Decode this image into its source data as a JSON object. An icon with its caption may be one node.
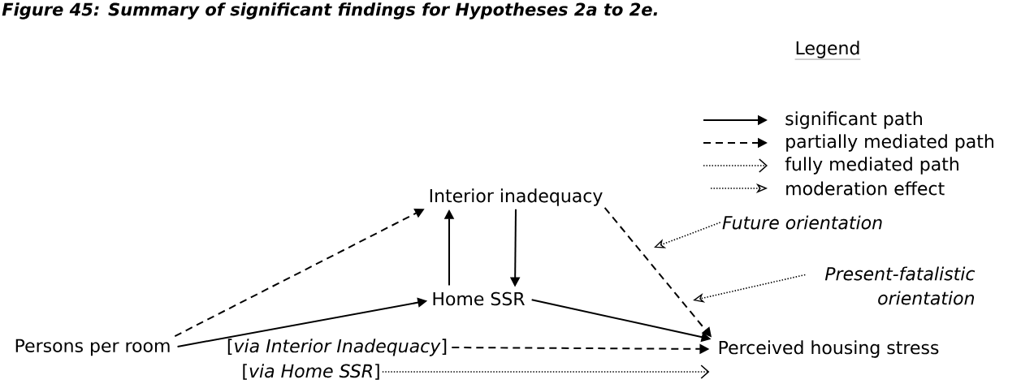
{
  "diagram": {
    "title": "Figure 45: Summary of significant findings for Hypotheses 2a to 2e.",
    "nodes": [
      {
        "text": [
          "Persons per room"
        ]
      },
      {
        "text": [
          "Interior inadequacy"
        ]
      },
      {
        "text": [
          "Home SSR"
        ]
      },
      {
        "text": [
          "Perceived housing stress"
        ]
      },
      {
        "text": [
          "Future orientation"
        ]
      },
      {
        "text": [
          "Present-fatalistic orientation"
        ]
      },
      {
        "text": [
          "[*via Interior Inadequacy*]"
        ]
      },
      {
        "text": [
          "[*via Home SSR*]"
        ]
      }
    ],
    "edges": [
      {
        "from": 0,
        "to": 1,
        "arrow": "to",
        "style": "dashed"
      },
      {
        "from": 0,
        "to": 2,
        "arrow": "to"
      },
      {
        "from": 2,
        "to": 1,
        "arrow": "to"
      },
      {
        "from": 1,
        "to": 2,
        "arrow": "to"
      },
      {
        "from": 2,
        "to": 3,
        "arrow": "to"
      },
      {
        "from": 1,
        "to": 3,
        "arrow": "to",
        "style": "dashed"
      },
      {
        "from": 6,
        "to": 3,
        "arrow": "to",
        "style": "dashed"
      },
      {
        "from": 7,
        "to": 3,
        "arrow": "to",
        "style": "dashed"
      },
      {
        "from": 4,
        "to": null,
        "arrow": "to",
        "style": "dashed"
      },
      {
        "from": 5,
        "to": null,
        "arrow": "to",
        "style": "dashed"
      }
    ],
    "labels": [
      "Legend"
    ],
    "legend": [
      {
        "text": "significant path"
      },
      {
        "text": "partially mediated path"
      },
      {
        "text": "fully mediated path"
      },
      {
        "text": "moderation effect"
      }
    ]
  }
}
